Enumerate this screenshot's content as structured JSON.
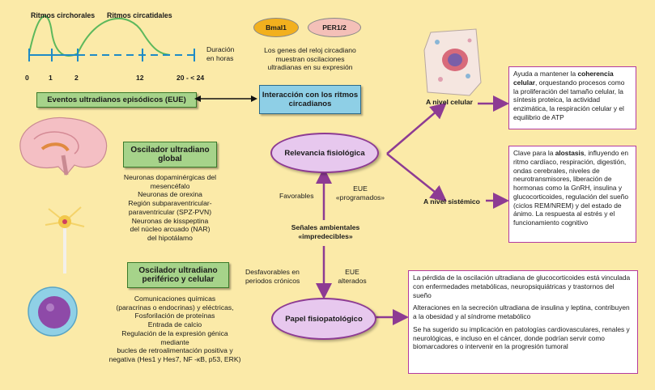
{
  "timeline": {
    "label_circhorales": "Ritmos circhorales",
    "label_circatidales": "Ritmos circatidales",
    "ticks": [
      "0",
      "1",
      "2",
      "12",
      "20 - < 24"
    ],
    "duration_label": "Duración\nen horas"
  },
  "clock_genes": {
    "bmal1": "Bmal1",
    "per12": "PER1/2",
    "caption": "Los genes del reloj circadiano\nmuestran oscilaciones\nultradianas en su expresión"
  },
  "eue_box": "Eventos ultradianos episódicos (EUE)",
  "interaction_box": "Interacción con los ritmos\ncircadianos",
  "global_oscillator": {
    "title": "Oscilador ultradiano\nglobal",
    "text": "Neuronas dopaminérgicas del\nmesencéfalo\nNeuronas de orexina\nRegión subparaventricular-\nparaventricular (SPZ-PVN)\nNeuronas de kisspeptina\ndel núcleo arcuado (NAR)\ndel hipotálamo"
  },
  "peripheral_oscillator": {
    "title": "Oscilador ultradiano\nperiférico y celular",
    "text": "Comunicaciones químicas\n(paracrinas o endocrinas) y eléctricas,\nFosforilación de proteínas\nEntrada de calcio\nRegulación de la expresión génica\nmediante\nbucles de retroalimentación positiva y\nnegativa (Hes1 y Hes7, NF -κB, p53, ERK)"
  },
  "relevance": "Relevancia fisiológica",
  "pathophys": "Papel fisiopatológico",
  "signals": "Señales ambientales\n«impredecibles»",
  "favorables": "Favorables",
  "eue_programados": "EUE\n«programados»",
  "desfavorables": "Desfavorables en\nperiodos crónicos",
  "eue_alterados": "EUE\nalterados",
  "level_cellular": "A nivel celular",
  "level_systemic": "A nivel sistémico",
  "cellular_box": {
    "before": "Ayuda a mantener la ",
    "bold": "coherencia celular",
    "after": ", orquestando procesos como la proliferación del tamaño celular, la síntesis proteica, la actividad enzimática, la respiración celular y el equilibrio de ATP"
  },
  "systemic_box": {
    "before": "Clave para la ",
    "bold": "alostasis",
    "after": ", influyendo en ritmo cardíaco, respiración, digestión, ondas cerebrales, niveles de neurotransmisores, liberación de hormonas como la GnRH, insulina y glucocorticoides, regulación del sueño (ciclos REM/NREM) y del estado de ánimo. La respuesta al estrés y el funcionamiento cognitivo"
  },
  "patho_box": {
    "p1": "La pérdida de la oscilación ultradiana de glucocorticoides está vinculada con enfermedades metabólicas, neuropsiquiátricas y trastornos del sueño",
    "p2": "Alteraciones en la secreción ultradiana de insulina y leptina, contribuyen a la obesidad y al síndrome metabólico",
    "p3": "Se ha sugerido su implicación en patologías cardiovasculares, renales y neurológicas, e incluso en el cáncer, donde podrían servir como biomarcadores o intervenir en la progresión tumoral"
  },
  "colors": {
    "background": "#fbeaa8",
    "timeline": "#1f8bc6",
    "wave": "#5cb85c",
    "purple": "#8d3b93",
    "green_box": "#a6d38a",
    "blue_box": "#8ecfe6",
    "bmal1": "#f2b01e",
    "per12": "#f4c0b8"
  }
}
